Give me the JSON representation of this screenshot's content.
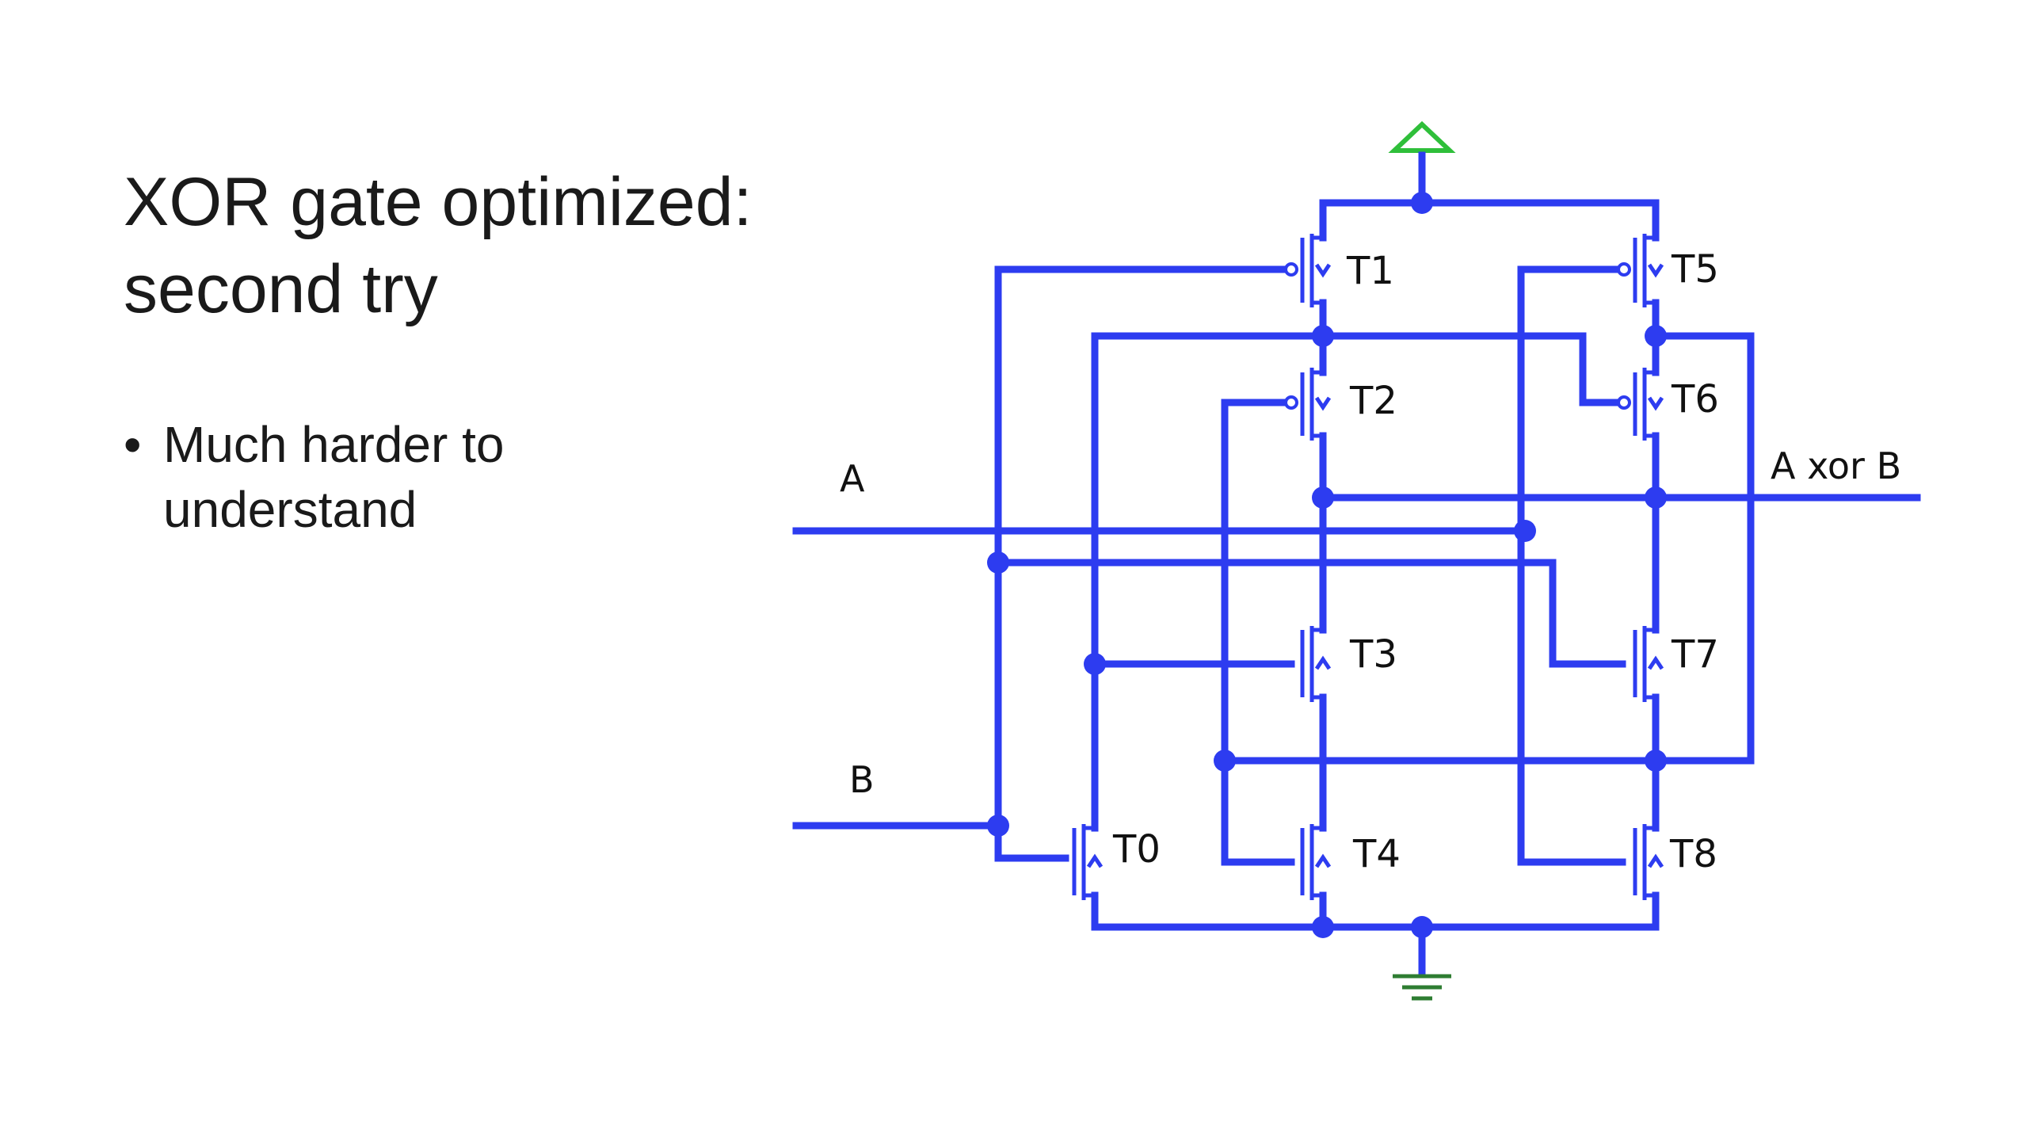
{
  "slide": {
    "title_lines": [
      "XOR gate optimized:",
      "second try"
    ],
    "bullets": [
      {
        "symbol": "•",
        "lines": [
          "Much harder to",
          "understand"
        ]
      }
    ]
  },
  "diagram": {
    "inputs": [
      "A",
      "B"
    ],
    "output": "A xor B",
    "transistors": {
      "T0": "T0",
      "T1": "T1",
      "T2": "T2",
      "T3": "T3",
      "T4": "T4",
      "T5": "T5",
      "T6": "T6",
      "T7": "T7",
      "T8": "T8"
    },
    "colors": {
      "wire": "#2d3cf0",
      "vdd": "#2fbf3a",
      "gnd": "#2e7d32"
    }
  }
}
